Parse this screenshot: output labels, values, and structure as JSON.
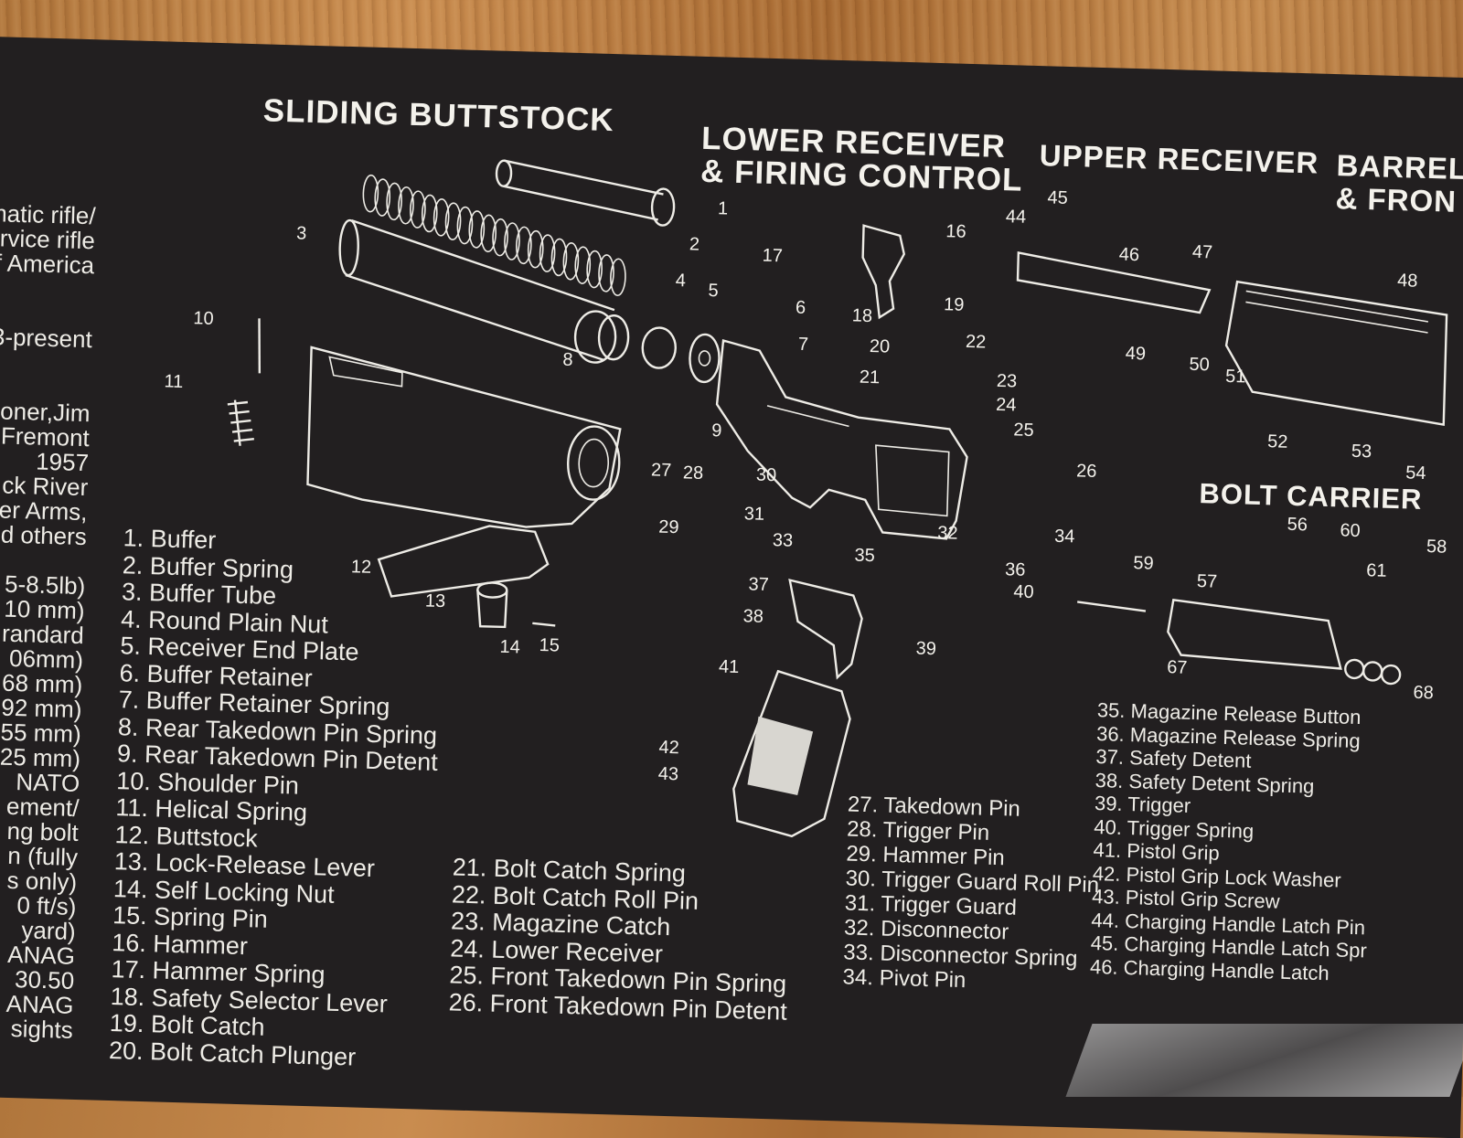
{
  "sections": {
    "buttstock": "SLIDING BUTTSTOCK",
    "lower": "LOWER RECEIVER\n& FIRING CONTROL",
    "upper": "UPPER RECEIVER",
    "barrel": "BARREL\n& FRON",
    "bolt": "BOLT CARRIER"
  },
  "specs": [
    "matic rifle/",
    "ervice rifle",
    "f America",
    "",
    "",
    "3-present",
    "",
    "",
    "oner,Jim",
    "Fremont",
    "1957",
    "ck River",
    "er Arms,",
    "d others",
    "",
    "5-8.5lb)",
    "10 mm)",
    "randard",
    "06mm)",
    "68 mm)",
    "92 mm)",
    "55 mm)",
    "25 mm)",
    "NATO",
    "ement/",
    "ng bolt",
    "n (fully",
    "s only)",
    "0 ft/s)",
    "yard)",
    "ANAG",
    "30.50",
    "ANAG",
    "sights"
  ],
  "parts_col1": [
    "1. Buffer",
    "2. Buffer Spring",
    "3. Buffer Tube",
    "4. Round Plain Nut",
    "5. Receiver End Plate",
    "6. Buffer Retainer",
    "7. Buffer Retainer Spring",
    "8. Rear Takedown Pin Spring",
    "9. Rear Takedown Pin Detent",
    "10. Shoulder Pin",
    "11. Helical Spring",
    "12. Buttstock",
    "13. Lock-Release Lever",
    "14. Self Locking Nut",
    "15. Spring Pin",
    "16. Hammer",
    "17. Hammer Spring",
    "18. Safety Selector Lever",
    "19. Bolt Catch",
    "20. Bolt Catch Plunger"
  ],
  "parts_col2": [
    "21. Bolt Catch Spring",
    "22. Bolt Catch Roll Pin",
    "23. Magazine Catch",
    "24. Lower Receiver",
    "25. Front Takedown Pin Spring",
    "26. Front Takedown Pin Detent"
  ],
  "parts_col3": [
    "27. Takedown Pin",
    "28. Trigger Pin",
    "29. Hammer Pin",
    "30. Trigger Guard Roll Pin",
    "31. Trigger Guard",
    "32. Disconnector",
    "33. Disconnector Spring",
    "34. Pivot Pin"
  ],
  "parts_col4": [
    "35. Magazine Release Button",
    "36. Magazine Release Spring",
    "37. Safety Detent",
    "38. Safety Detent Spring",
    "39. Trigger",
    "40. Trigger Spring",
    "41. Pistol Grip",
    "42. Pistol Grip Lock Washer",
    "43. Pistol Grip Screw",
    "44. Charging Handle Latch Pin",
    "45. Charging Handle Latch Spr",
    "46. Charging Handle Latch"
  ],
  "callouts": [
    "1",
    "2",
    "3",
    "4",
    "5",
    "6",
    "7",
    "8",
    "9",
    "10",
    "11",
    "12",
    "13",
    "14",
    "15",
    "16",
    "17",
    "18",
    "19",
    "20",
    "21",
    "22",
    "23",
    "24",
    "25",
    "26",
    "27",
    "28",
    "29",
    "30",
    "31",
    "32",
    "33",
    "34",
    "35",
    "36",
    "37",
    "38",
    "39",
    "40",
    "41",
    "42",
    "43",
    "44",
    "45",
    "46",
    "47",
    "48",
    "49",
    "50",
    "51",
    "52",
    "53",
    "54",
    "56",
    "57",
    "58",
    "59",
    "60",
    "61",
    "67",
    "68"
  ]
}
